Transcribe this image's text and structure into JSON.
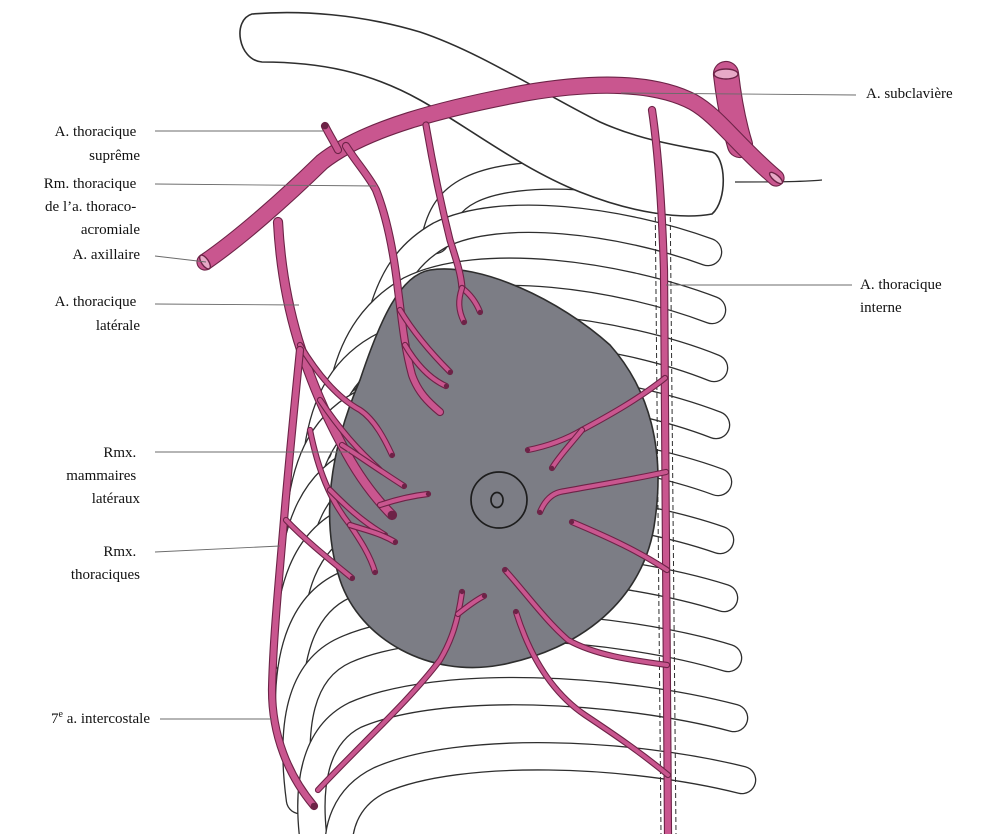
{
  "labels": {
    "thoracique_supreme": [
      "A. thoracique",
      "suprême"
    ],
    "thoraco_acromiale": [
      "Rm. thoracique",
      "de l’a. thoraco-",
      "acromiale"
    ],
    "axillaire": [
      "A. axillaire"
    ],
    "thoracique_laterale": [
      "A. thoracique",
      "latérale"
    ],
    "mammaires_lateraux": [
      "Rmx.",
      "mammaires",
      "latéraux"
    ],
    "thoraciques": [
      "Rmx.",
      "thoraciques"
    ],
    "intercostale": {
      "number": "7",
      "superscript": "e",
      "text": " a. intercostale"
    },
    "subclaviere": [
      "A. subclavière"
    ],
    "thoracique_interne": [
      "A. thoracique",
      "interne"
    ]
  },
  "colors": {
    "artery": "#c9568f",
    "artery_outline": "#6d2347",
    "artery_cut_end": "#e7a9c7",
    "breast_gland": "#7c7d85",
    "outline": "#2e2e2e",
    "leader_line": "#6b6b6b",
    "text": "#111111",
    "background": "#ffffff"
  }
}
